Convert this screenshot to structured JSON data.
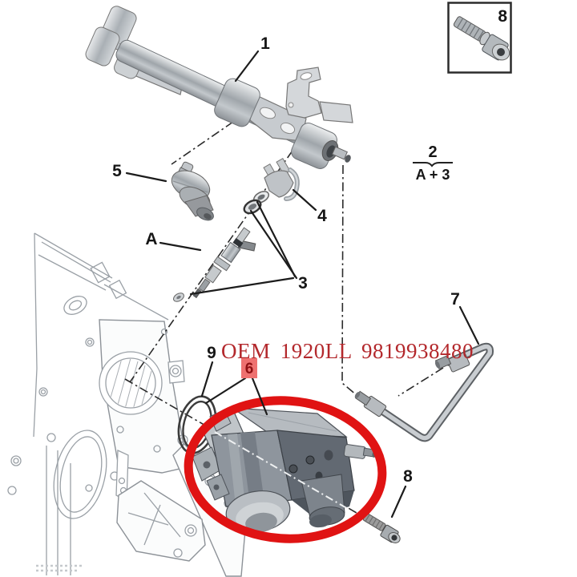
{
  "watermark": {
    "text": "OEM 1920LL 9819938480",
    "color": "#b3282c"
  },
  "highlight": {
    "ellipse_color": "#e01313",
    "badge_bg": "#ee7170",
    "badge_text_color": "#8f1013"
  },
  "callouts": {
    "rail": {
      "label": "1"
    },
    "assembly": {
      "numerator": "2",
      "denominator": "A + 3"
    },
    "seals": {
      "label": "3"
    },
    "bracket_clip": {
      "label": "4"
    },
    "sensor": {
      "label": "5"
    },
    "pump": {
      "label": "6"
    },
    "pipe": {
      "label": "7"
    },
    "screw_boxed": {
      "label": "8"
    },
    "mount_bolt": {
      "label": "8"
    },
    "oring": {
      "label": "9"
    },
    "injector": {
      "label": "A"
    }
  }
}
